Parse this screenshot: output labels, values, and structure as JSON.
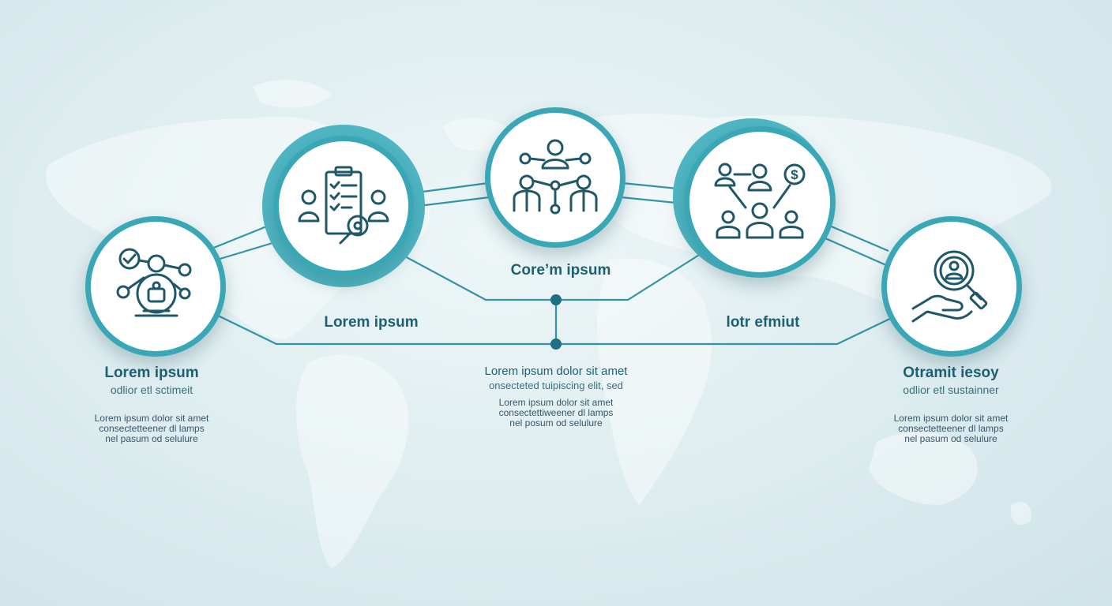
{
  "nodes": [
    {
      "name": "network-target-icon",
      "icon": "network-target-icon"
    },
    {
      "name": "checklist-gear-icon",
      "icon": "checklist-gear-icon"
    },
    {
      "name": "team-network-icon",
      "icon": "team-network-icon"
    },
    {
      "name": "people-money-icon",
      "icon": "people-money-icon"
    },
    {
      "name": "hand-magnifier-icon",
      "icon": "hand-magnifier-icon"
    }
  ],
  "labels": {
    "node2": "Lorem ipsum",
    "node3": "Core’m ipsum",
    "node4": "lotr efmiut"
  },
  "blocks": {
    "left": {
      "title": "Lorem ipsum",
      "subtitle": "odlior etl sctimeit",
      "lines": [
        "Lorem ipsum dolor sit amet",
        "consectetteener dl lamps",
        "nel pasum od selulure"
      ]
    },
    "center": {
      "title": "Lorem ipsum dolor sit amet",
      "subtitle": "onsecteted tuipiscing elit, sed",
      "lines": [
        "Lorem ipsum dolor sit amet",
        "consectettiweener dl lamps",
        "nel posum od selulure"
      ]
    },
    "right": {
      "title": "Otramit iesoy",
      "subtitle": "odlior etl sustainner",
      "lines": [
        "Lorem ipsum dolor sit amet",
        "consectetteener dl lamps",
        "nel pasum od selulure"
      ]
    }
  },
  "colors": {
    "accent": "#3aa7b6",
    "line": "#2f8fa6",
    "text": "#1e5f74",
    "icon": "#1f5868"
  }
}
